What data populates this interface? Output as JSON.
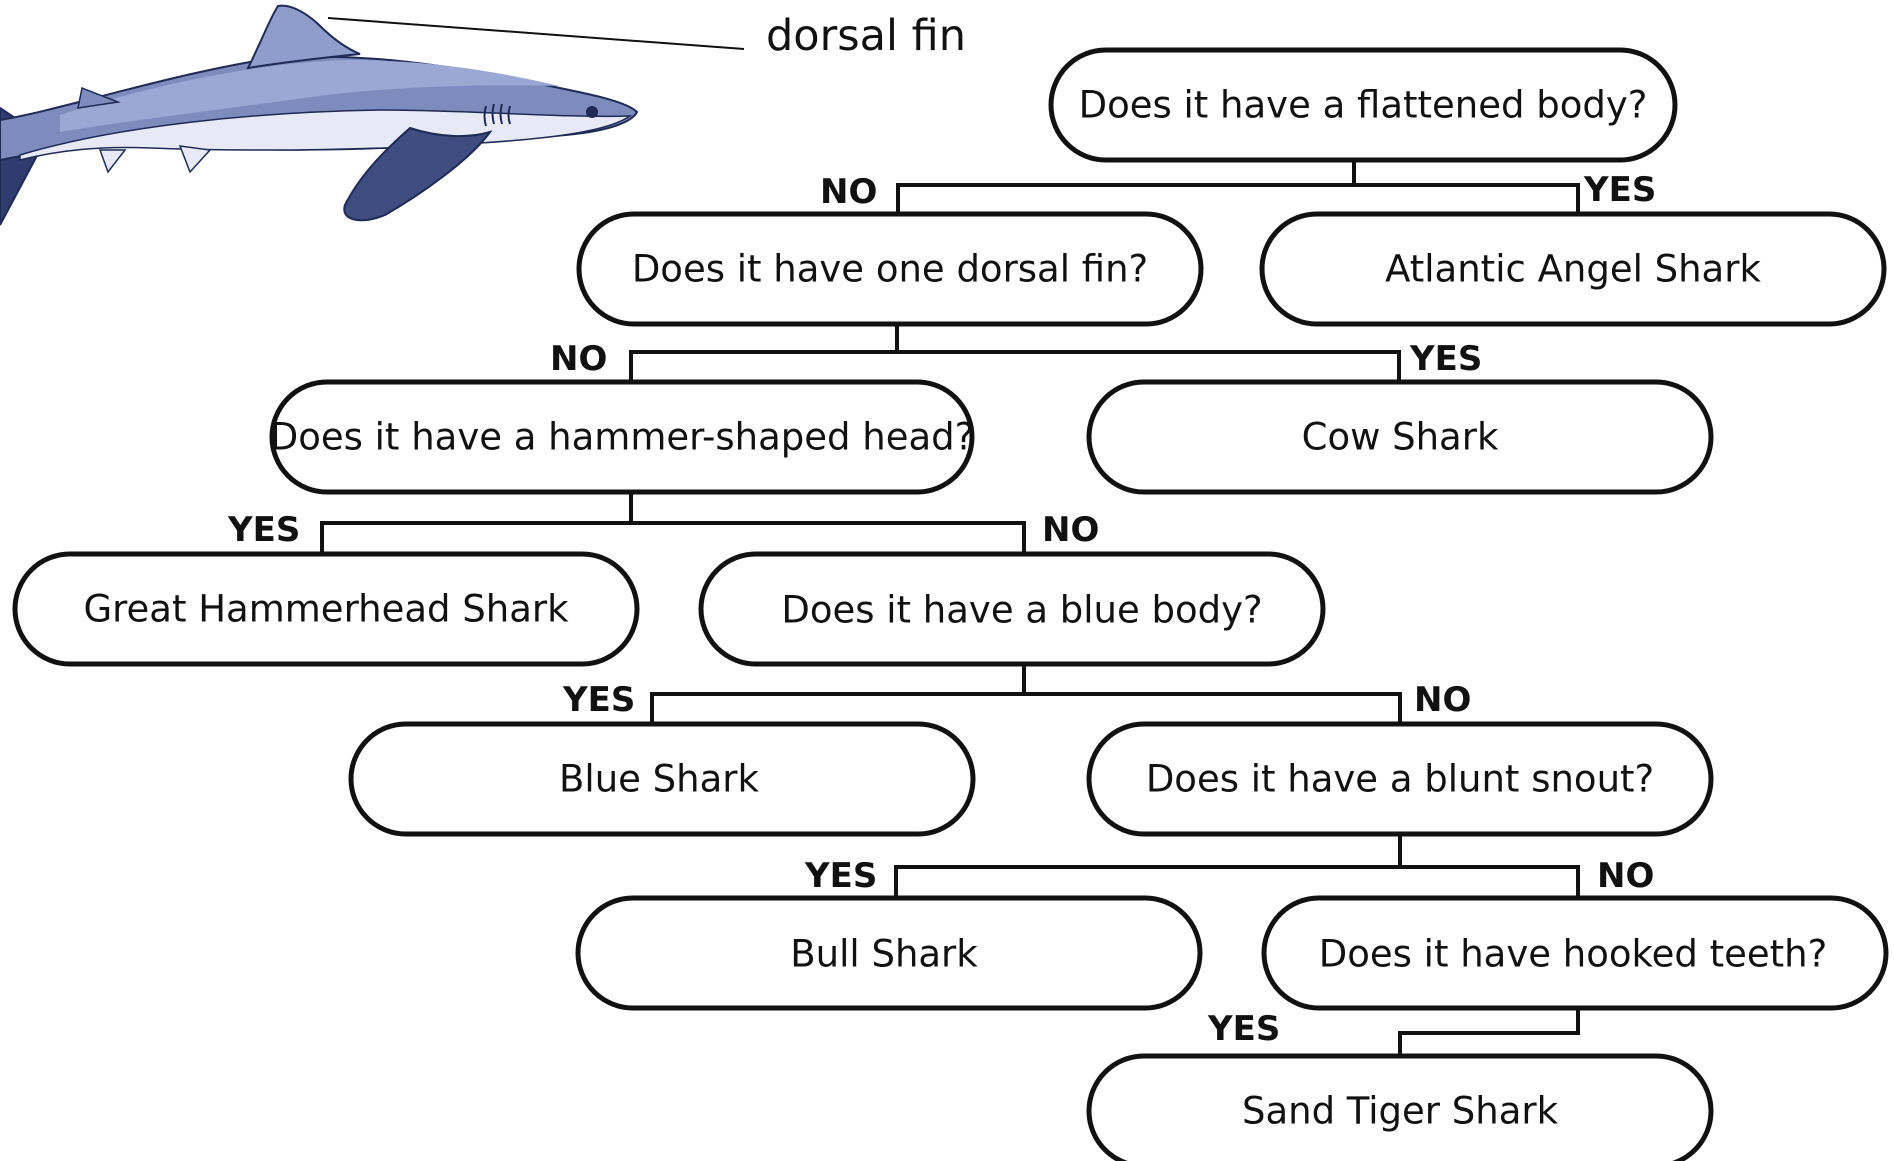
{
  "illustration": {
    "subject": "blue shark",
    "callout": "dorsal fin",
    "colors": {
      "upper_body": "#6f7fb0",
      "upper_body_light": "#95a3cf",
      "belly": "#e6e9f5",
      "dark_fin": "#3e4c80",
      "outline": "#1f2a55"
    }
  },
  "nodes": {
    "q1": "Does it have a flattened body?",
    "q2": "Does it have one dorsal fin?",
    "r_angel": "Atlantic Angel Shark",
    "q3": "Does it have a hammer-shaped head?",
    "r_cow": "Cow Shark",
    "r_hammer": "Great Hammerhead Shark",
    "q4": "Does it have a blue body?",
    "r_blue": "Blue Shark",
    "q5": "Does it have a blunt snout?",
    "r_bull": "Bull Shark",
    "q6": "Does it have hooked teeth?",
    "r_sandtiger": "Sand Tiger Shark"
  },
  "branch_labels": {
    "q1_no": "NO",
    "q1_yes": "YES",
    "q2_no": "NO",
    "q2_yes": "YES",
    "q3_yes": "YES",
    "q3_no": "NO",
    "q4_yes": "YES",
    "q4_no": "NO",
    "q5_yes": "YES",
    "q5_no": "NO",
    "q6_yes": "YES"
  },
  "colors": {
    "stroke": "#111111",
    "background": "#ffffff",
    "text": "#111111"
  }
}
